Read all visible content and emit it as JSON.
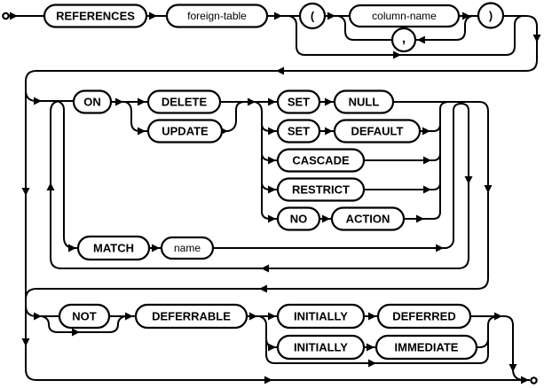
{
  "diagram": {
    "kind": "railroad-syntax-diagram",
    "colors": {
      "line": "#000000",
      "box_fill": "#ffffff",
      "background": "#ffffff"
    },
    "labels": {
      "references": "REFERENCES",
      "foreign_table": "foreign-table",
      "lparen": "(",
      "column_name": "column-name",
      "comma": ",",
      "rparen": ")",
      "on": "ON",
      "delete": "DELETE",
      "update": "UPDATE",
      "set1": "SET",
      "null": "NULL",
      "set2": "SET",
      "default": "DEFAULT",
      "cascade": "CASCADE",
      "restrict": "RESTRICT",
      "no": "NO",
      "action": "ACTION",
      "match": "MATCH",
      "name": "name",
      "not": "NOT",
      "deferrable": "DEFERRABLE",
      "initially1": "INITIALLY",
      "deferred": "DEFERRED",
      "initially2": "INITIALLY",
      "immediate": "IMMEDIATE"
    }
  }
}
